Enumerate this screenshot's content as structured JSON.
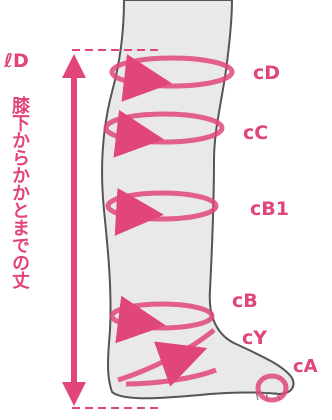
{
  "labels": {
    "ld": "ℓD",
    "cd": "cD",
    "cc": "cC",
    "cb1": "cB1",
    "cb": "cB",
    "cy": "cY",
    "ca": "cA"
  },
  "caption_vertical": "膝下からかかとまでの丈",
  "colors": {
    "accent": "#e0457b",
    "leg_fill": "#e9e9e9",
    "leg_stroke": "#555555"
  }
}
